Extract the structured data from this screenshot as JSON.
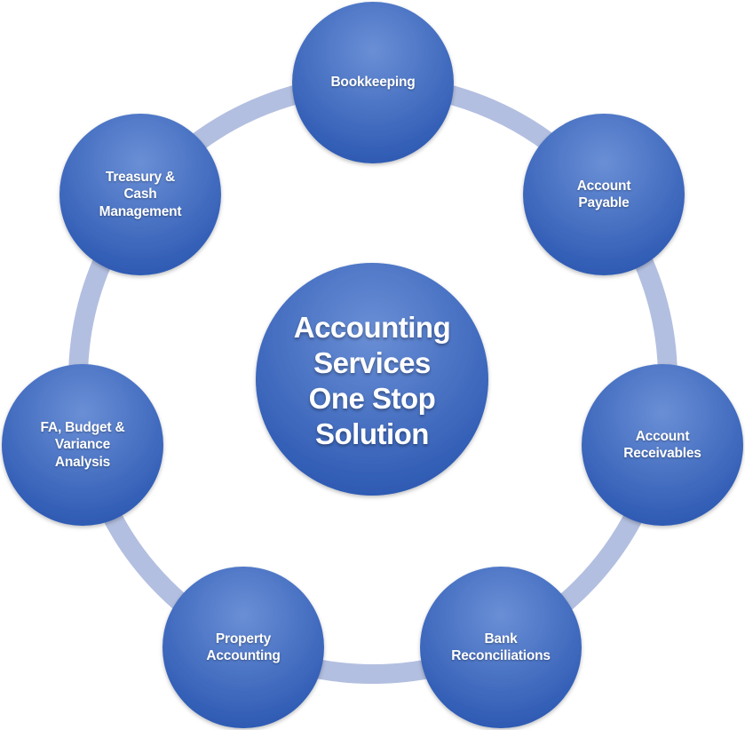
{
  "colors": {
    "ring": "#b3bfe0",
    "circle_light": "#5d84cf",
    "circle_dark": "#2f5cb6",
    "text": "#ffffff"
  },
  "center": {
    "label": "Accounting\nServices\nOne Stop\nSolution"
  },
  "nodes": [
    {
      "label": "Bookkeeping"
    },
    {
      "label": "Account\nPayable"
    },
    {
      "label": "Account\nReceivables"
    },
    {
      "label": "Bank\nReconciliations"
    },
    {
      "label": "Property\nAccounting"
    },
    {
      "label": "FA, Budget &\nVariance\nAnalysis"
    },
    {
      "label": "Treasury &\nCash\nManagement"
    }
  ]
}
